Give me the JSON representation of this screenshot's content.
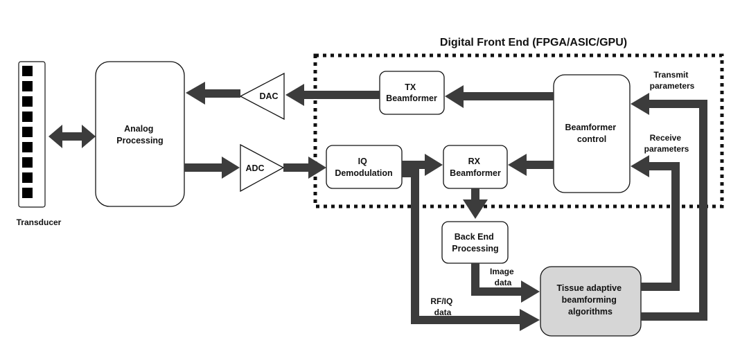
{
  "diagram": {
    "title": "Digital Front End (FPGA/ASIC/GPU)",
    "nodes": {
      "transducer": "Transducer",
      "analog_processing": [
        "Analog",
        "Processing"
      ],
      "dac": "DAC",
      "adc": "ADC",
      "tx_beamformer": [
        "TX",
        "Beamformer"
      ],
      "beamformer_control": [
        "Beamformer",
        "control"
      ],
      "iq_demodulation": [
        "IQ",
        "Demodulation"
      ],
      "rx_beamformer": [
        "RX",
        "Beamformer"
      ],
      "back_end_processing": [
        "Back End",
        "Processing"
      ],
      "tissue_adaptive": [
        "Tissue adaptive",
        "beamforming",
        "algorithms"
      ]
    },
    "edge_labels": {
      "transmit_parameters": [
        "Transmit",
        "parameters"
      ],
      "receive_parameters": [
        "Receive",
        "parameters"
      ],
      "image_data": [
        "Image",
        "data"
      ],
      "rf_iq_data": [
        "RF/IQ",
        "data"
      ]
    },
    "colors": {
      "arrow": "#3c3c3c",
      "tissue_box_fill": "#d6d6d6",
      "transducer_element": "#000000"
    }
  }
}
